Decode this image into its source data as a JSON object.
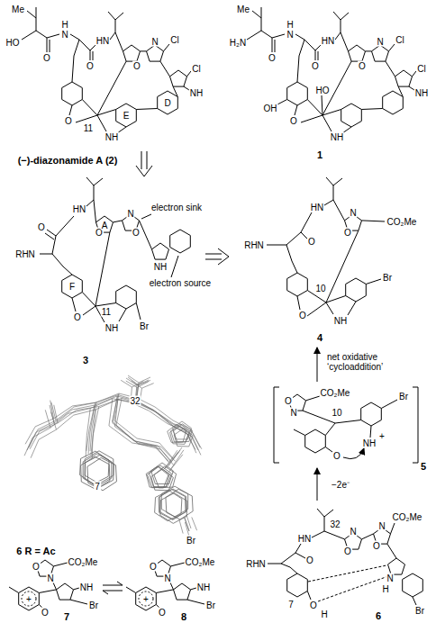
{
  "diagram": {
    "labels": [
      "Me",
      "HO",
      "O",
      "H",
      "N",
      "O",
      "HN",
      "O",
      "N",
      "Cl",
      "Cl",
      "NH",
      "O",
      "11",
      "E",
      "NH",
      "D",
      "(−)-diazonamide A (2)",
      "Me",
      "H₂N",
      "O",
      "H",
      "N",
      "O",
      "HN",
      "O",
      "N",
      "Cl",
      "Cl",
      "NH",
      "HO",
      "O",
      "NH",
      "OH",
      "1",
      "HN",
      "O",
      "RHN",
      "O",
      "A",
      "N",
      "O",
      "electron sink",
      "NH",
      "electron source",
      "F",
      "O",
      "11",
      "NH",
      "Br",
      "3",
      "HN",
      "O",
      "RHN",
      "N",
      "CO₂Me",
      "O",
      "10",
      "O",
      "NH",
      "Br",
      "4",
      "net oxidative ‘cycloaddition’",
      "O",
      "N",
      "CO₂Me",
      "10",
      "Br",
      "NH",
      "+",
      "O",
      "5",
      "−2e⁻",
      "32",
      "HN",
      "O",
      "RHN",
      "N",
      "O",
      "N",
      "CO₂Me",
      "O",
      "N",
      "H",
      "Br",
      "7",
      "O",
      "H",
      "6",
      "O",
      "N",
      "CO₂Me",
      "+",
      "NH",
      "O",
      "Br",
      "7",
      "O",
      "N",
      "CO₂Me",
      "+",
      "NH",
      "O",
      "Br",
      "8",
      "32",
      "7",
      "Br",
      "6 R = Ac"
    ]
  }
}
